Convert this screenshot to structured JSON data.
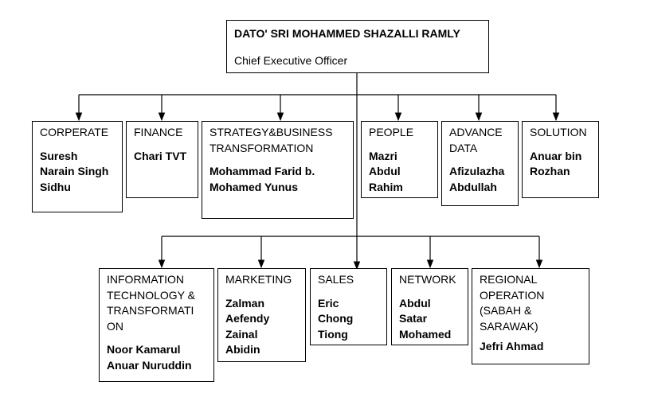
{
  "ceo": {
    "name": "DATO' SRI MOHAMMED SHAZALLI RAMLY",
    "title": "Chief Executive Officer"
  },
  "row1": [
    {
      "dept": "CORPERATE",
      "head": "Suresh\nNarain Singh\nSidhu"
    },
    {
      "dept": "FINANCE",
      "head": "Chari TVT"
    },
    {
      "dept": "STRATEGY&BUSINESS\nTRANSFORMATION",
      "head": "Mohammad Farid b.\nMohamed Yunus"
    },
    {
      "dept": "PEOPLE",
      "head": "Mazri\nAbdul\nRahim"
    },
    {
      "dept": "ADVANCE\nDATA",
      "head": "Afizulazha\nAbdullah"
    },
    {
      "dept": "SOLUTION",
      "head": "Anuar bin\nRozhan"
    }
  ],
  "row2": [
    {
      "dept": "INFORMATION\nTECHNOLOGY &\nTRANSFORMATI\nON",
      "head": "Noor Kamarul\nAnuar Nuruddin"
    },
    {
      "dept": "MARKETING",
      "head": "Zalman\nAefendy\nZainal\nAbidin"
    },
    {
      "dept": "SALES",
      "head": "Eric\nChong\nTiong"
    },
    {
      "dept": "NETWORK",
      "head": "Abdul\nSatar\nMohamed"
    },
    {
      "dept": "REGIONAL\nOPERATION\n(SABAH &\nSARAWAK)",
      "head": "Jefri Ahmad"
    }
  ]
}
